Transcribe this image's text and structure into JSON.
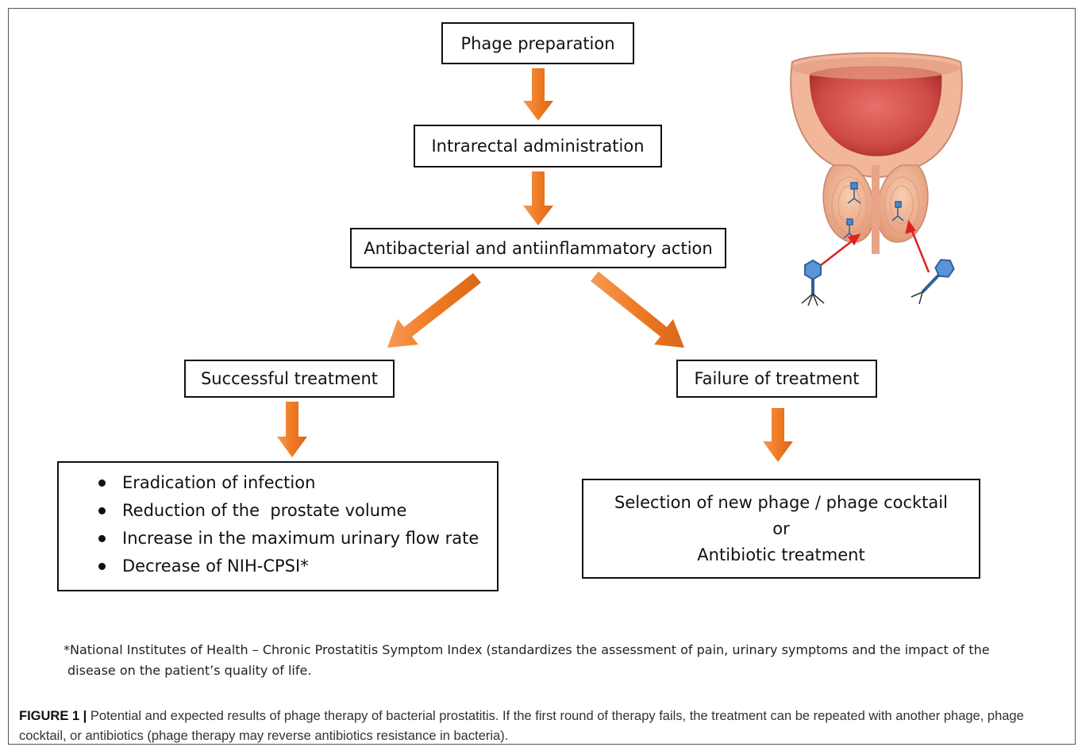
{
  "figure": {
    "flow": {
      "phage_preparation": "Phage preparation",
      "intrarectal_administration": "Intrarectal administration",
      "action": "Antibacterial and antiinflammatory action",
      "successful_treatment": "Successful treatment",
      "failure_of_treatment": "Failure of treatment",
      "outcomes": [
        "Eradication of infection",
        "Reduction of the  prostate volume",
        "Increase in the maximum urinary flow rate",
        "Decrease of NIH-CPSI*"
      ],
      "next_step": {
        "line1": "Selection of new phage / phage cocktail",
        "line2": "or",
        "line3": "Antibiotic treatment"
      }
    },
    "footnote": {
      "line1": "*National Institutes of Health – Chronic Prostatitis Symptom Index (standardizes the assessment of pain, urinary symptoms and the impact of the",
      "line2": "disease on the patient’s quality of life."
    },
    "caption": {
      "label": "FIGURE 1 |",
      "text": " Potential and expected results of phage therapy of bacterial prostatitis. If the first round of therapy fails, the treatment can be repeated with another phage, phage cocktail, or antibiotics (phage therapy may reverse antibiotics resistance in bacteria)."
    },
    "colors": {
      "arrow": "#f07a22",
      "prostate_tissue": "#f0b08a",
      "bladder": "#d9534f",
      "pointer": "#e02020",
      "phage": "#3a7ec8"
    },
    "icons": [
      "down-arrow",
      "prostate-illustration",
      "bacteriophage-icon"
    ]
  }
}
